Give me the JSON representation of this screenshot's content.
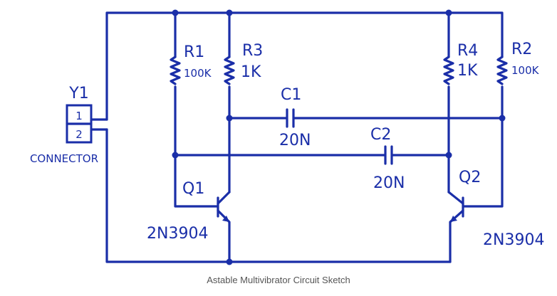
{
  "caption": "Astable Multivibrator Circuit Sketch",
  "colors": {
    "ink": "#1a2ea8",
    "caption": "#555555",
    "background": "#ffffff"
  },
  "connector": {
    "ref": "Y1",
    "pin1": "1",
    "pin2": "2",
    "label": "CONNECTOR"
  },
  "resistors": {
    "r1": {
      "ref": "R1",
      "value": "100K"
    },
    "r3": {
      "ref": "R3",
      "value": "1K"
    },
    "r4": {
      "ref": "R4",
      "value": "1K"
    },
    "r2": {
      "ref": "R2",
      "value": "100K"
    }
  },
  "capacitors": {
    "c1": {
      "ref": "C1",
      "value": "20N"
    },
    "c2": {
      "ref": "C2",
      "value": "20N"
    }
  },
  "transistors": {
    "q1": {
      "ref": "Q1",
      "part": "2N3904"
    },
    "q2": {
      "ref": "Q2",
      "part": "2N3904"
    }
  }
}
